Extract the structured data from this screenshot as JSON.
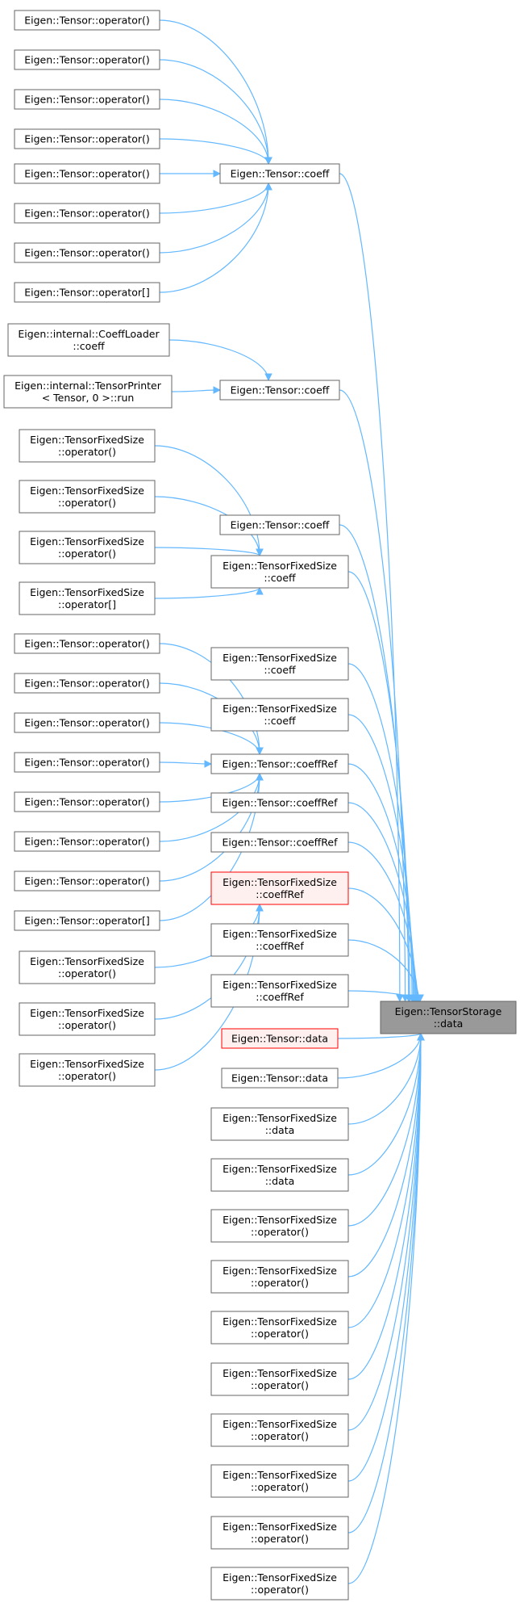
{
  "colors": {
    "edge": "#63b8ff",
    "node_stroke": "#666666",
    "node_fill": "#ffffff",
    "text": "#000000",
    "root_fill": "#999999",
    "root_stroke": "#666666",
    "highlight_stroke": "#ff0000",
    "highlight_fill": "#fff0f0"
  },
  "nodes": [
    {
      "id": "root",
      "lines": [
        "Eigen::TensorStorage",
        "::data"
      ],
      "style": "root"
    },
    {
      "id": "L1",
      "lines": [
        "Eigen::Tensor::operator()"
      ]
    },
    {
      "id": "L2",
      "lines": [
        "Eigen::Tensor::operator()"
      ]
    },
    {
      "id": "L3",
      "lines": [
        "Eigen::Tensor::operator()"
      ]
    },
    {
      "id": "L4",
      "lines": [
        "Eigen::Tensor::operator()"
      ]
    },
    {
      "id": "L5",
      "lines": [
        "Eigen::Tensor::operator()"
      ]
    },
    {
      "id": "L6",
      "lines": [
        "Eigen::Tensor::operator()"
      ]
    },
    {
      "id": "L7",
      "lines": [
        "Eigen::Tensor::operator()"
      ]
    },
    {
      "id": "L8",
      "lines": [
        "Eigen::Tensor::operator[]"
      ]
    },
    {
      "id": "L9",
      "lines": [
        "Eigen::internal::CoeffLoader",
        "::coeff"
      ]
    },
    {
      "id": "L10",
      "lines": [
        "Eigen::internal::TensorPrinter",
        "< Tensor, 0 >::run"
      ]
    },
    {
      "id": "L11",
      "lines": [
        "Eigen::TensorFixedSize",
        "::operator()"
      ]
    },
    {
      "id": "L12",
      "lines": [
        "Eigen::TensorFixedSize",
        "::operator()"
      ]
    },
    {
      "id": "L13",
      "lines": [
        "Eigen::TensorFixedSize",
        "::operator()"
      ]
    },
    {
      "id": "L14",
      "lines": [
        "Eigen::TensorFixedSize",
        "::operator[]"
      ]
    },
    {
      "id": "L15",
      "lines": [
        "Eigen::Tensor::operator()"
      ]
    },
    {
      "id": "L16",
      "lines": [
        "Eigen::Tensor::operator()"
      ]
    },
    {
      "id": "L17",
      "lines": [
        "Eigen::Tensor::operator()"
      ]
    },
    {
      "id": "L18",
      "lines": [
        "Eigen::Tensor::operator()"
      ]
    },
    {
      "id": "L19",
      "lines": [
        "Eigen::Tensor::operator()"
      ]
    },
    {
      "id": "L20",
      "lines": [
        "Eigen::Tensor::operator()"
      ]
    },
    {
      "id": "L21",
      "lines": [
        "Eigen::Tensor::operator()"
      ]
    },
    {
      "id": "L22",
      "lines": [
        "Eigen::Tensor::operator[]"
      ]
    },
    {
      "id": "L23",
      "lines": [
        "Eigen::TensorFixedSize",
        "::operator()"
      ]
    },
    {
      "id": "L24",
      "lines": [
        "Eigen::TensorFixedSize",
        "::operator()"
      ]
    },
    {
      "id": "L25",
      "lines": [
        "Eigen::TensorFixedSize",
        "::operator()"
      ]
    },
    {
      "id": "M1",
      "lines": [
        "Eigen::Tensor::coeff"
      ]
    },
    {
      "id": "M2",
      "lines": [
        "Eigen::Tensor::coeff"
      ]
    },
    {
      "id": "M3",
      "lines": [
        "Eigen::Tensor::coeff"
      ]
    },
    {
      "id": "M4",
      "lines": [
        "Eigen::TensorFixedSize",
        "::coeff"
      ]
    },
    {
      "id": "M5",
      "lines": [
        "Eigen::TensorFixedSize",
        "::coeff"
      ]
    },
    {
      "id": "M6",
      "lines": [
        "Eigen::TensorFixedSize",
        "::coeff"
      ]
    },
    {
      "id": "M7",
      "lines": [
        "Eigen::Tensor::coeffRef"
      ]
    },
    {
      "id": "M8",
      "lines": [
        "Eigen::Tensor::coeffRef"
      ]
    },
    {
      "id": "M9",
      "lines": [
        "Eigen::Tensor::coeffRef"
      ]
    },
    {
      "id": "M10",
      "lines": [
        "Eigen::TensorFixedSize",
        "::coeffRef"
      ],
      "style": "highlight"
    },
    {
      "id": "M11",
      "lines": [
        "Eigen::TensorFixedSize",
        "::coeffRef"
      ]
    },
    {
      "id": "M12",
      "lines": [
        "Eigen::TensorFixedSize",
        "::coeffRef"
      ]
    },
    {
      "id": "M13",
      "lines": [
        "Eigen::Tensor::data"
      ],
      "style": "highlight"
    },
    {
      "id": "M14",
      "lines": [
        "Eigen::Tensor::data"
      ]
    },
    {
      "id": "M15",
      "lines": [
        "Eigen::TensorFixedSize",
        "::data"
      ]
    },
    {
      "id": "M16",
      "lines": [
        "Eigen::TensorFixedSize",
        "::data"
      ]
    },
    {
      "id": "M17",
      "lines": [
        "Eigen::TensorFixedSize",
        "::operator()"
      ]
    },
    {
      "id": "M18",
      "lines": [
        "Eigen::TensorFixedSize",
        "::operator()"
      ]
    },
    {
      "id": "M19",
      "lines": [
        "Eigen::TensorFixedSize",
        "::operator()"
      ]
    },
    {
      "id": "M20",
      "lines": [
        "Eigen::TensorFixedSize",
        "::operator()"
      ]
    },
    {
      "id": "M21",
      "lines": [
        "Eigen::TensorFixedSize",
        "::operator()"
      ]
    },
    {
      "id": "M22",
      "lines": [
        "Eigen::TensorFixedSize",
        "::operator()"
      ]
    },
    {
      "id": "M23",
      "lines": [
        "Eigen::TensorFixedSize",
        "::operator()"
      ]
    },
    {
      "id": "M24",
      "lines": [
        "Eigen::TensorFixedSize",
        "::operator()"
      ]
    }
  ],
  "edges": [
    [
      "L1",
      "M1"
    ],
    [
      "L2",
      "M1"
    ],
    [
      "L3",
      "M1"
    ],
    [
      "L4",
      "M1"
    ],
    [
      "L5",
      "M1"
    ],
    [
      "L6",
      "M1"
    ],
    [
      "L7",
      "M1"
    ],
    [
      "L8",
      "M1"
    ],
    [
      "L9",
      "M2"
    ],
    [
      "L10",
      "M2"
    ],
    [
      "L11",
      "M4"
    ],
    [
      "L12",
      "M4"
    ],
    [
      "L13",
      "M4"
    ],
    [
      "L14",
      "M4"
    ],
    [
      "L15",
      "M7"
    ],
    [
      "L16",
      "M7"
    ],
    [
      "L17",
      "M7"
    ],
    [
      "L18",
      "M7"
    ],
    [
      "L19",
      "M7"
    ],
    [
      "L20",
      "M7"
    ],
    [
      "L21",
      "M7"
    ],
    [
      "L22",
      "M7"
    ],
    [
      "L23",
      "M10"
    ],
    [
      "L24",
      "M10"
    ],
    [
      "L25",
      "M10"
    ],
    [
      "M1",
      "root"
    ],
    [
      "M2",
      "root"
    ],
    [
      "M3",
      "root"
    ],
    [
      "M4",
      "root"
    ],
    [
      "M5",
      "root"
    ],
    [
      "M6",
      "root"
    ],
    [
      "M7",
      "root"
    ],
    [
      "M8",
      "root"
    ],
    [
      "M9",
      "root"
    ],
    [
      "M10",
      "root"
    ],
    [
      "M11",
      "root"
    ],
    [
      "M12",
      "root"
    ],
    [
      "M13",
      "root"
    ],
    [
      "M14",
      "root"
    ],
    [
      "M15",
      "root"
    ],
    [
      "M16",
      "root"
    ],
    [
      "M17",
      "root"
    ],
    [
      "M18",
      "root"
    ],
    [
      "M19",
      "root"
    ],
    [
      "M20",
      "root"
    ],
    [
      "M21",
      "root"
    ],
    [
      "M22",
      "root"
    ],
    [
      "M23",
      "root"
    ],
    [
      "M24",
      "root"
    ]
  ]
}
